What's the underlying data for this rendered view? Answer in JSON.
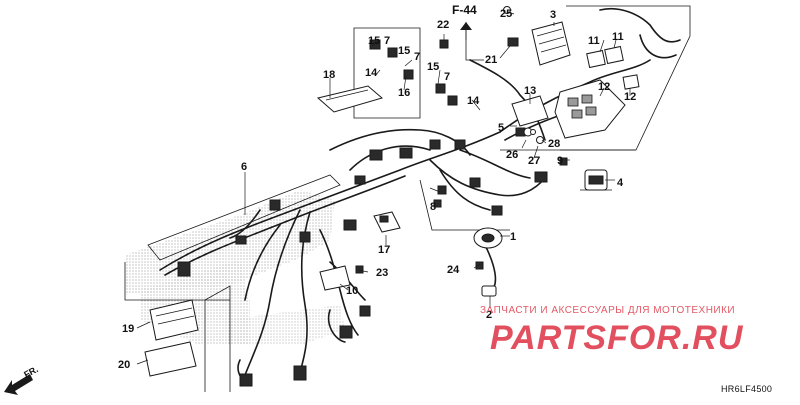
{
  "diagram": {
    "reference": "F-44",
    "drawing_code": "HR6LF4500",
    "direction_label": "FR.",
    "watermark": {
      "tagline": "ЗАПЧАСТИ И АКСЕССУАРЫ ДЛЯ МОТОТЕХНИКИ",
      "brand": "PARTSFOR.RU"
    },
    "callouts": [
      "1",
      "2",
      "3",
      "4",
      "5",
      "6",
      "7",
      "8",
      "9",
      "10",
      "11",
      "12",
      "13",
      "14",
      "15",
      "16",
      "17",
      "18",
      "19",
      "20",
      "21",
      "22",
      "23",
      "24",
      "25",
      "26",
      "27",
      "28"
    ]
  }
}
